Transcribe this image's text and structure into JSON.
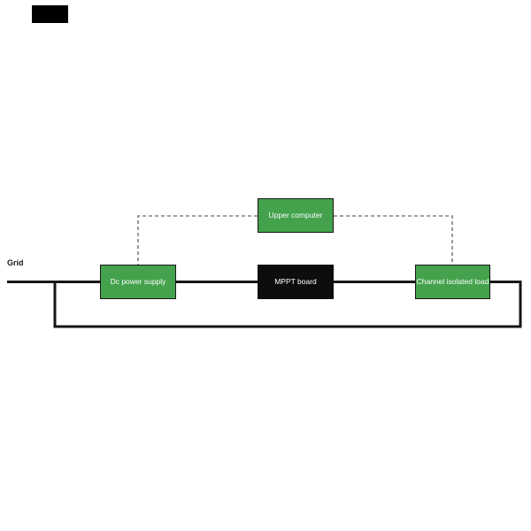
{
  "diagram": {
    "grid_label": "Grid",
    "nodes": [
      {
        "id": "upper-computer",
        "label": "Upper computer",
        "type": "green"
      },
      {
        "id": "dc-power-supply",
        "label": "Dc power supply",
        "type": "green"
      },
      {
        "id": "mppt-board",
        "label": "MPPT board",
        "type": "black"
      },
      {
        "id": "channel-isolated-load",
        "label": "Channel isolated load",
        "type": "green"
      }
    ],
    "edges": [
      {
        "from": "grid",
        "to": "dc-power-supply",
        "style": "solid"
      },
      {
        "from": "dc-power-supply",
        "to": "mppt-board",
        "style": "solid"
      },
      {
        "from": "mppt-board",
        "to": "channel-isolated-load",
        "style": "solid"
      },
      {
        "from": "channel-isolated-load",
        "to": "grid",
        "style": "solid",
        "note": "return loop via bottom"
      },
      {
        "from": "upper-computer",
        "to": "dc-power-supply",
        "style": "dashed"
      },
      {
        "from": "upper-computer",
        "to": "channel-isolated-load",
        "style": "dashed"
      }
    ],
    "colors": {
      "node_green": "#44a24d",
      "node_black": "#0d0d0d",
      "node_border": "#161616",
      "solid_line": "#161616",
      "dashed_line": "#808080",
      "node_text": "#ffffff",
      "grid_text": "#161616",
      "background": "#ffffff"
    }
  }
}
